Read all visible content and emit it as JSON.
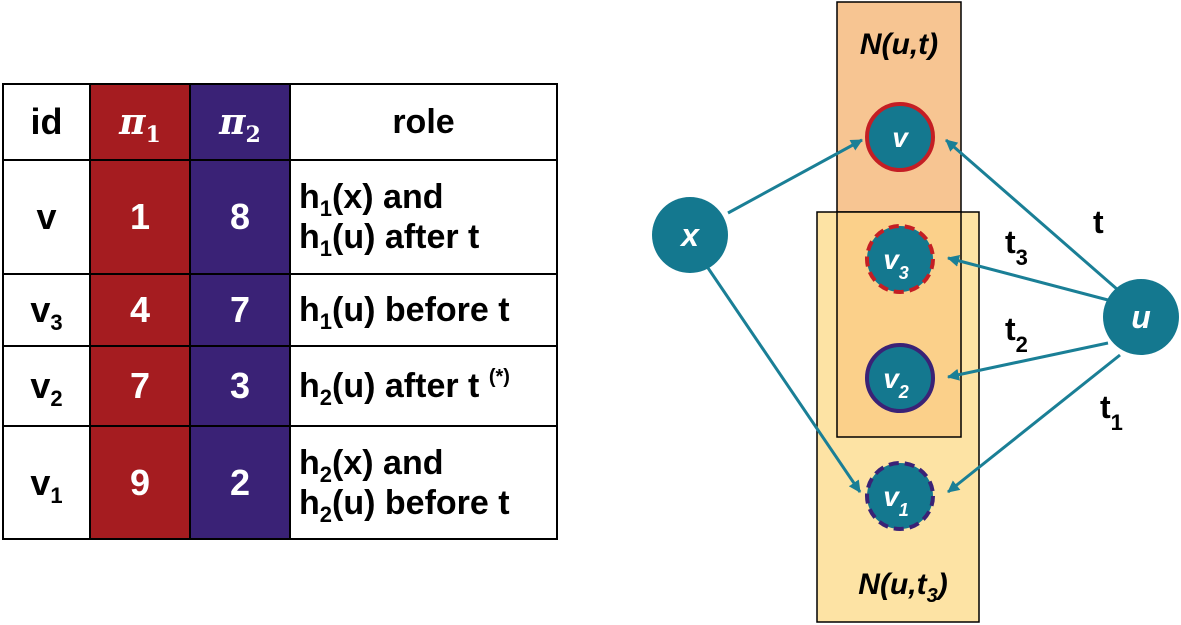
{
  "table": {
    "headers": {
      "id": "id",
      "pi": "π",
      "pi1_sub": "1",
      "pi2_sub": "2",
      "role": "role"
    },
    "rows": [
      {
        "id_base": "v",
        "id_sub": "",
        "pi1": "1",
        "pi2": "8",
        "role_line1": [
          {
            "t": "h"
          },
          {
            "s": "1"
          },
          {
            "t": "(x) and"
          }
        ],
        "role_line2": [
          {
            "t": "h"
          },
          {
            "s": "1"
          },
          {
            "t": "(u) after t"
          }
        ]
      },
      {
        "id_base": "v",
        "id_sub": "3",
        "pi1": "4",
        "pi2": "7",
        "role_line1": [
          {
            "t": "h"
          },
          {
            "s": "1"
          },
          {
            "t": "(u) before t"
          }
        ],
        "role_line2": []
      },
      {
        "id_base": "v",
        "id_sub": "2",
        "pi1": "7",
        "pi2": "3",
        "role_line1": [
          {
            "t": "h"
          },
          {
            "s": "2"
          },
          {
            "t": "(u) after t "
          },
          {
            "p": "(*)"
          }
        ],
        "role_line2": []
      },
      {
        "id_base": "v",
        "id_sub": "1",
        "pi1": "9",
        "pi2": "2",
        "role_line1": [
          {
            "t": "h"
          },
          {
            "s": "2"
          },
          {
            "t": "(x) and"
          }
        ],
        "role_line2": [
          {
            "t": "h"
          },
          {
            "s": "2"
          },
          {
            "t": "(u) before t"
          }
        ]
      }
    ]
  },
  "diagram": {
    "box_top_label": "N(u,t)",
    "box_bottom_label_base": "N(u,t",
    "box_bottom_label_sub": "3",
    "box_bottom_label_end": ")",
    "nodes": {
      "x": {
        "base": "x",
        "sub": ""
      },
      "u": {
        "base": "u",
        "sub": ""
      },
      "v": {
        "base": "v",
        "sub": ""
      },
      "v3": {
        "base": "v",
        "sub": "3"
      },
      "v2": {
        "base": "v",
        "sub": "2"
      },
      "v1": {
        "base": "v",
        "sub": "1"
      }
    },
    "edge_labels": {
      "t": {
        "base": "t",
        "sub": ""
      },
      "t3": {
        "base": "t",
        "sub": "3"
      },
      "t2": {
        "base": "t",
        "sub": "2"
      },
      "t1": {
        "base": "t",
        "sub": "1"
      }
    },
    "colors": {
      "node_fill": "#14788f",
      "edge": "#1a7f96",
      "box_top_fill": "#f7c592",
      "box_bottom_fill": "#fde3a4",
      "box_overlap_fill": "#fbd08a",
      "pi1_red": "#a51c20",
      "pi2_purple": "#3a2276"
    }
  }
}
